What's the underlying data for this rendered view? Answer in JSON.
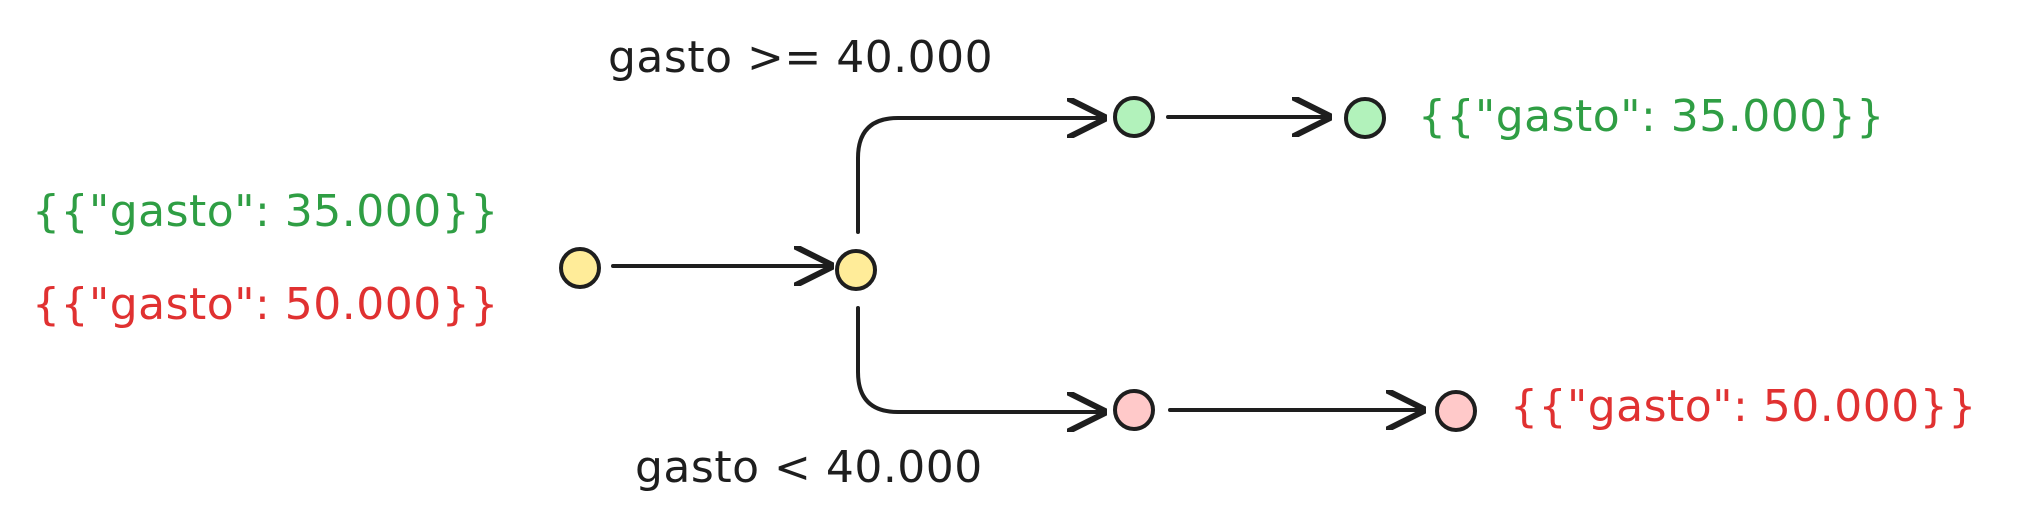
{
  "colors": {
    "stroke": "#1e1e1e",
    "yellow_node": "#ffec99",
    "green_node": "#b2f2bb",
    "red_node": "#ffc9c9",
    "green_text": "#2f9e44",
    "red_text": "#e03131"
  },
  "input": {
    "record_1": "{{\"gasto\": 35.000}}",
    "record_2": "{{\"gasto\": 50.000}}"
  },
  "branches": {
    "upper_condition": "gasto >= 40.000",
    "lower_condition": "gasto < 40.000"
  },
  "outputs": {
    "upper_result": "{{\"gasto\": 35.000}}",
    "lower_result": "{{\"gasto\": 50.000}}"
  }
}
